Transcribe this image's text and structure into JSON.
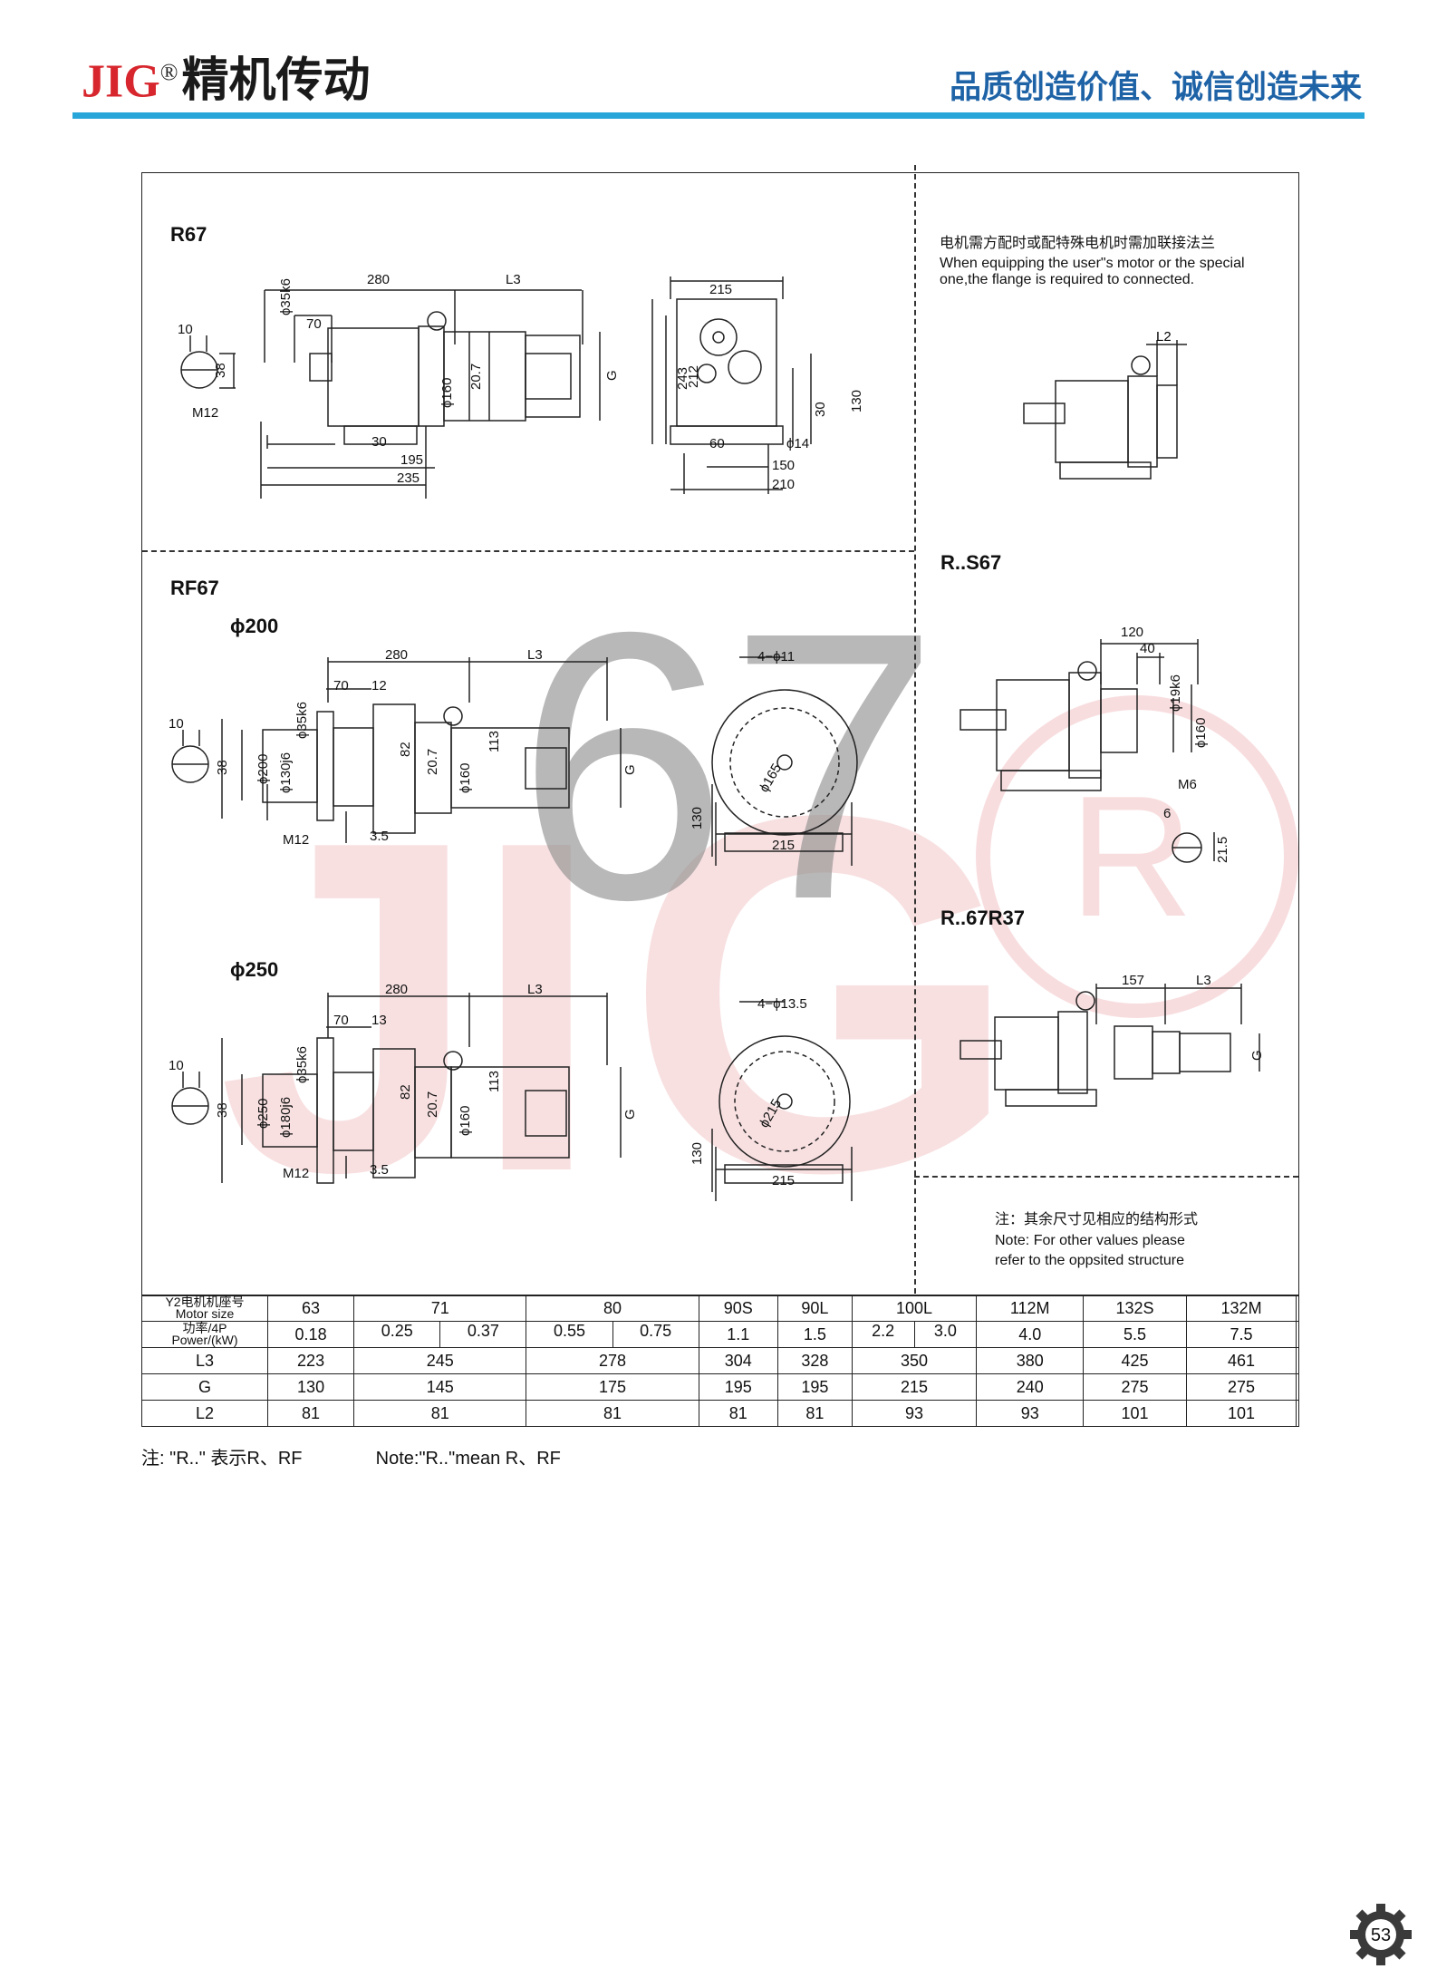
{
  "header": {
    "brand_en": "JIG",
    "brand_reg": "®",
    "brand_cn": "精机传动",
    "slogan": "品质创造价值、诚信创造未来"
  },
  "colors": {
    "brand_red": "#d7262d",
    "slogan_blue": "#1f63a7",
    "rule_cyan": "#29a6d9"
  },
  "watermark": {
    "model": "67",
    "logo": "JIG®"
  },
  "r67": {
    "title": "R67",
    "dims": {
      "d280": "280",
      "l3": "L3",
      "d70": "70",
      "shaft": "ϕ35k6",
      "d10": "10",
      "d38": "38",
      "m12": "M12",
      "d160": "ϕ160",
      "d207": "20.7",
      "g": "G",
      "d30": "30",
      "d195": "195",
      "d235": "235"
    },
    "side": {
      "d215": "215",
      "d243": "243",
      "d212": "212",
      "d60": "60",
      "d14": "ϕ14",
      "d150": "150",
      "d210": "210",
      "d30": "30",
      "d130": "130"
    }
  },
  "flange_note": {
    "cn": "电机需方配时或配特殊电机时需加联接法兰",
    "en1": "When equipping the user\"s motor or the special",
    "en2": "one,the flange is required to connected.",
    "l2": "L2"
  },
  "rf67": {
    "title": "RF67",
    "phi200": {
      "title": "ϕ200",
      "dims": {
        "d280": "280",
        "l3": "L3",
        "d70": "70",
        "d12": "12",
        "shaft": "ϕ35k6",
        "d10": "10",
        "d38": "38",
        "d200": "ϕ200",
        "d130j6": "ϕ130j6",
        "d82": "82",
        "d207": "20.7",
        "d160": "ϕ160",
        "d113": "113",
        "g": "G",
        "m12": "M12",
        "d35": "3.5",
        "holes": "4−ϕ11",
        "pcd": "ϕ165",
        "d130": "130",
        "d215": "215"
      }
    },
    "phi250": {
      "title": "ϕ250",
      "dims": {
        "d280": "280",
        "l3": "L3",
        "d70": "70",
        "d13": "13",
        "shaft": "ϕ35k6",
        "d10": "10",
        "d38": "38",
        "d250": "ϕ250",
        "d180j6": "ϕ180j6",
        "d82": "82",
        "d207": "20.7",
        "d160": "ϕ160",
        "d113": "113",
        "g": "G",
        "m12": "M12",
        "d35": "3.5",
        "holes": "4−ϕ13.5",
        "pcd": "ϕ215",
        "d130": "130",
        "d215": "215"
      }
    }
  },
  "rs67": {
    "title": "R..S67",
    "dims": {
      "d120": "120",
      "d40": "40",
      "shaft": "ϕ19k6",
      "d160": "ϕ160",
      "m6": "M6",
      "d6": "6",
      "d215": "21.5"
    }
  },
  "r67r37": {
    "title": "R..67R37",
    "dims": {
      "d157": "157",
      "l3": "L3",
      "g": "G"
    }
  },
  "other_note": {
    "cn": "注：其余尺寸见相应的结构形式",
    "en1": "Note: For other values please",
    "en2": "refer to the oppsited structure"
  },
  "table": {
    "header1": "Y2电机机座号",
    "header1b": "Motor size",
    "header2": "功率/4P",
    "header2b": "Power/(kW)",
    "sizes": [
      "63",
      "71",
      "80",
      "90S",
      "90L",
      "100L",
      "112M",
      "132S",
      "132M",
      ""
    ],
    "power": [
      [
        "0.18"
      ],
      [
        "0.25",
        "0.37"
      ],
      [
        "0.55",
        "0.75"
      ],
      [
        "1.1"
      ],
      [
        "1.5"
      ],
      [
        "2.2",
        "3.0"
      ],
      [
        "4.0"
      ],
      [
        "5.5"
      ],
      [
        "7.5"
      ],
      [
        ""
      ]
    ],
    "rows": [
      {
        "name": "L3",
        "values": [
          "223",
          "245",
          "278",
          "304",
          "328",
          "350",
          "380",
          "425",
          "461",
          ""
        ]
      },
      {
        "name": "G",
        "values": [
          "130",
          "145",
          "175",
          "195",
          "195",
          "215",
          "240",
          "275",
          "275",
          ""
        ]
      },
      {
        "name": "L2",
        "values": [
          "81",
          "81",
          "81",
          "81",
          "81",
          "93",
          "93",
          "101",
          "101",
          ""
        ]
      }
    ]
  },
  "footnote": {
    "cn": "注: \"R..\" 表示R、RF",
    "en": "Note:\"R..\"mean R、RF"
  },
  "page_number": "53"
}
